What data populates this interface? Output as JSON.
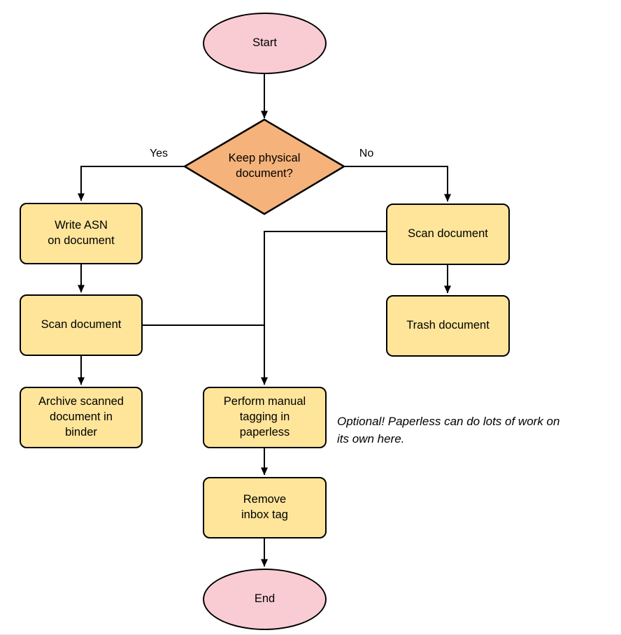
{
  "colors": {
    "terminal_fill": "#f8ccd2",
    "decision_fill": "#f5b27a",
    "process_fill": "#ffe59a",
    "stroke": "#000000",
    "background": "#ffffff"
  },
  "nodes": {
    "start": "Start",
    "decision": "Keep physical\ndocument?",
    "write_asn": "Write ASN\non document",
    "scan_left": "Scan document",
    "archive": "Archive scanned\ndocument in\nbinder",
    "scan_right": "Scan document",
    "trash": "Trash document",
    "tagging": "Perform manual\ntagging in\npaperless",
    "remove_tag": "Remove\ninbox tag",
    "end": "End"
  },
  "edge_labels": {
    "yes": "Yes",
    "no": "No"
  },
  "annotation": "Optional! Paperless can do lots of work on\nits own here."
}
